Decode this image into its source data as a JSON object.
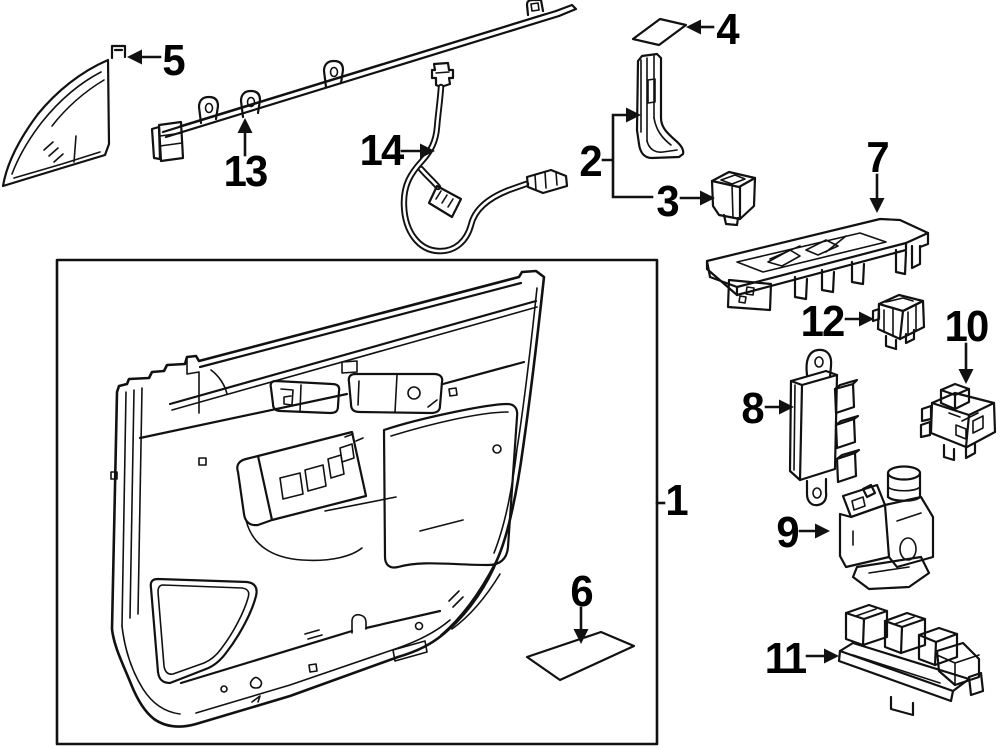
{
  "diagram": {
    "description_of_pixels": "Exploded parts line diagram of a front door interior trim panel with numbered callouts",
    "callouts": [
      {
        "number": "1"
      },
      {
        "number": "2"
      },
      {
        "number": "3"
      },
      {
        "number": "4"
      },
      {
        "number": "5"
      },
      {
        "number": "6"
      },
      {
        "number": "7"
      },
      {
        "number": "8"
      },
      {
        "number": "9"
      },
      {
        "number": "10"
      },
      {
        "number": "11"
      },
      {
        "number": "12"
      },
      {
        "number": "13"
      },
      {
        "number": "14"
      }
    ]
  },
  "colors": {
    "background": "#ffffff",
    "line_art": "#111111",
    "label_text": "#000000"
  }
}
